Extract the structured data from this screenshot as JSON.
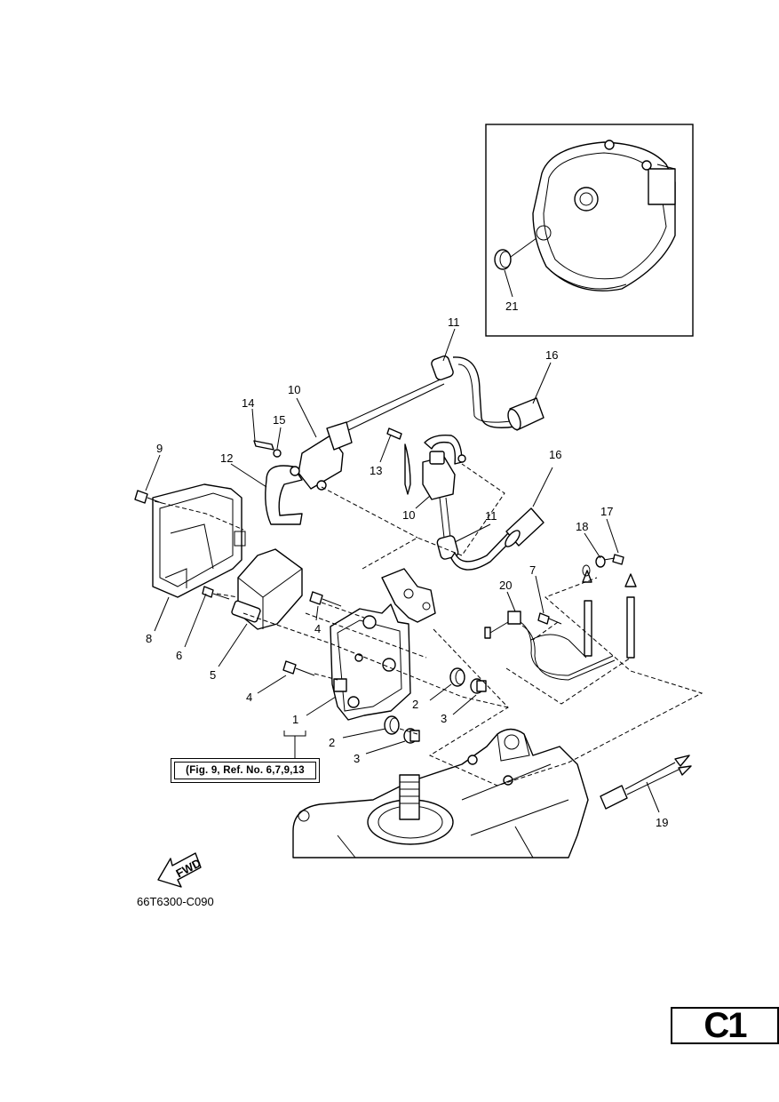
{
  "callouts": [
    {
      "id": "callout-1",
      "text": "1"
    },
    {
      "id": "callout-2a",
      "text": "2"
    },
    {
      "id": "callout-2b",
      "text": "2"
    },
    {
      "id": "callout-3a",
      "text": "3"
    },
    {
      "id": "callout-3b",
      "text": "3"
    },
    {
      "id": "callout-4a",
      "text": "4"
    },
    {
      "id": "callout-4b",
      "text": "4"
    },
    {
      "id": "callout-5",
      "text": "5"
    },
    {
      "id": "callout-6",
      "text": "6"
    },
    {
      "id": "callout-7",
      "text": "7"
    },
    {
      "id": "callout-8",
      "text": "8"
    },
    {
      "id": "callout-9",
      "text": "9"
    },
    {
      "id": "callout-10a",
      "text": "10"
    },
    {
      "id": "callout-10b",
      "text": "10"
    },
    {
      "id": "callout-11a",
      "text": "11"
    },
    {
      "id": "callout-11b",
      "text": "11"
    },
    {
      "id": "callout-12",
      "text": "12"
    },
    {
      "id": "callout-13",
      "text": "13"
    },
    {
      "id": "callout-14",
      "text": "14"
    },
    {
      "id": "callout-15",
      "text": "15"
    },
    {
      "id": "callout-16a",
      "text": "16"
    },
    {
      "id": "callout-16b",
      "text": "16"
    },
    {
      "id": "callout-17",
      "text": "17"
    },
    {
      "id": "callout-18",
      "text": "18"
    },
    {
      "id": "callout-19",
      "text": "19"
    },
    {
      "id": "callout-20",
      "text": "20"
    },
    {
      "id": "callout-21",
      "text": "21"
    }
  ],
  "reference_note": "(Fig. 9, Ref. No. 6,7,9,13",
  "fwd_label": "FWD",
  "figure_code": "66T6300-C090",
  "page_code": "C1"
}
